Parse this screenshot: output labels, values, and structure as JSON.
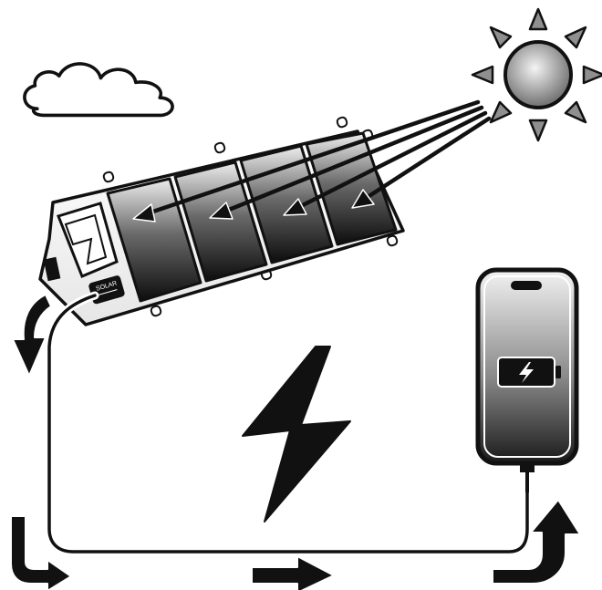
{
  "diagram": {
    "panel": {
      "badge_label": "SOLAR",
      "badge_sublabel": "",
      "segments": 4
    },
    "phone": {
      "battery_state": "charging"
    },
    "icons": [
      "sun-icon",
      "cloud-icon",
      "solar-panel-icon",
      "lightning-bolt-icon",
      "phone-icon",
      "battery-charging-icon",
      "flow-arrow-icon"
    ],
    "colors": {
      "stroke": "#111111",
      "background": "#ffffff",
      "sun_fill": "#9a9a9a",
      "panel_cell_dark": "#1a1a1a"
    }
  }
}
